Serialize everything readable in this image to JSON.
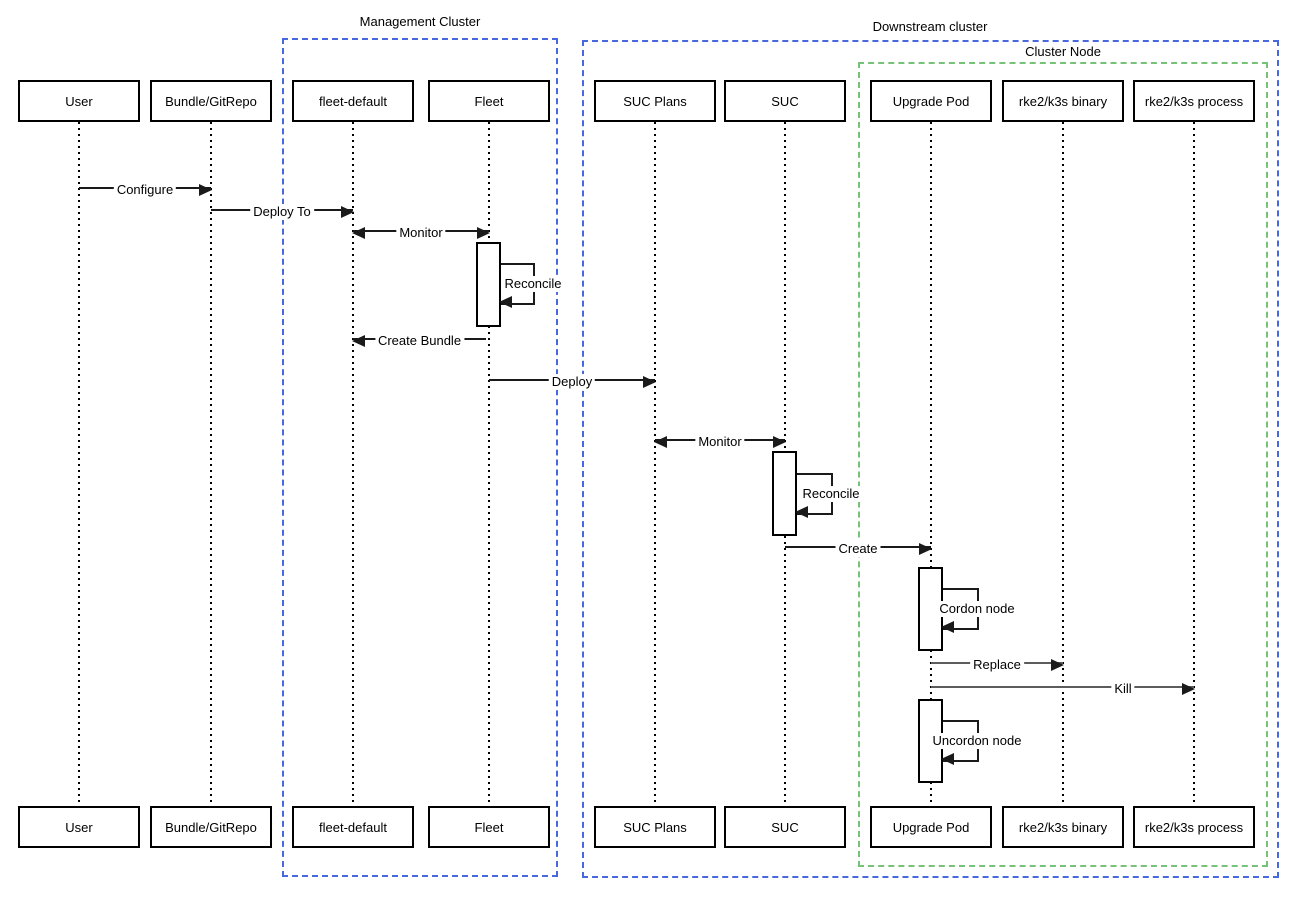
{
  "groups": {
    "management": {
      "title": "Management Cluster"
    },
    "downstream": {
      "title": "Downstream cluster"
    },
    "cluster_node": {
      "title": "Cluster Node"
    }
  },
  "participants": [
    {
      "id": "user",
      "label": "User"
    },
    {
      "id": "bundle-gitrepo",
      "label": "Bundle/GitRepo"
    },
    {
      "id": "fleet-default",
      "label": "fleet-default"
    },
    {
      "id": "fleet",
      "label": "Fleet"
    },
    {
      "id": "suc-plans",
      "label": "SUC Plans"
    },
    {
      "id": "suc",
      "label": "SUC"
    },
    {
      "id": "upgrade-pod",
      "label": "Upgrade Pod"
    },
    {
      "id": "rke2-k3s-binary",
      "label": "rke2/k3s binary"
    },
    {
      "id": "rke2-k3s-process",
      "label": "rke2/k3s process"
    }
  ],
  "messages": {
    "configure": "Configure",
    "deploy_to": "Deploy To",
    "monitor_fleet": "Monitor",
    "reconcile_fleet": "Reconcile",
    "create_bundle": "Create Bundle",
    "deploy": "Deploy",
    "monitor_suc": "Monitor",
    "reconcile_suc": "Reconcile",
    "create": "Create",
    "cordon_node": "Cordon node",
    "replace": "Replace",
    "kill": "Kill",
    "uncordon_node": "Uncordon node"
  },
  "colors": {
    "cluster-blue": "#4868e0",
    "node-green": "#76c276",
    "line": "#1a1a1a",
    "line-soft": "#5c5c5c"
  }
}
